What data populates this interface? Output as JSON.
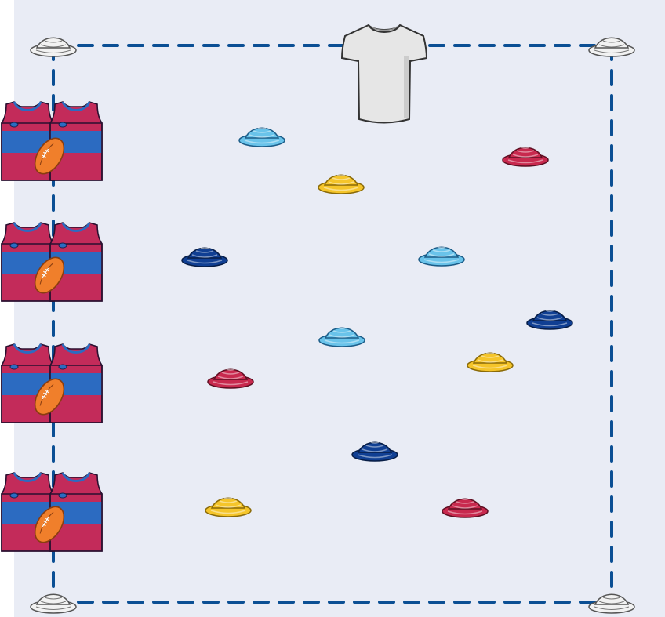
{
  "diagram": {
    "type": "sports-drill-layout",
    "colors": {
      "field": "#e9ecf5",
      "boundary": "#0b4f94",
      "corner_cone": "#f2f2f2",
      "cone_light_blue": "#69c3ea",
      "cone_yellow": "#f5c52a",
      "cone_red": "#c8294e",
      "cone_dark_blue": "#103f93",
      "guernsey_blue": "#2c6bc1",
      "guernsey_red": "#c32b5a",
      "football": "#f07f2b",
      "bib": "#e6e6e6"
    },
    "corner_cones": [
      {
        "color": "white",
        "position": "top-left"
      },
      {
        "color": "white",
        "position": "top-right"
      },
      {
        "color": "white",
        "position": "bottom-left"
      },
      {
        "color": "white",
        "position": "bottom-right"
      }
    ],
    "goal_marker": {
      "icon": "t-shirt-icon",
      "color": "white",
      "position": "top-center"
    },
    "player_groups": [
      {
        "icon": "guernsey-pair-icon",
        "players": 2,
        "has_football": true
      },
      {
        "icon": "guernsey-pair-icon",
        "players": 2,
        "has_football": true
      },
      {
        "icon": "guernsey-pair-icon",
        "players": 2,
        "has_football": true
      },
      {
        "icon": "guernsey-pair-icon",
        "players": 2,
        "has_football": true
      }
    ],
    "cone_counts": {
      "light_blue": 3,
      "yellow": 3,
      "red": 3,
      "dark_blue": 3
    }
  }
}
